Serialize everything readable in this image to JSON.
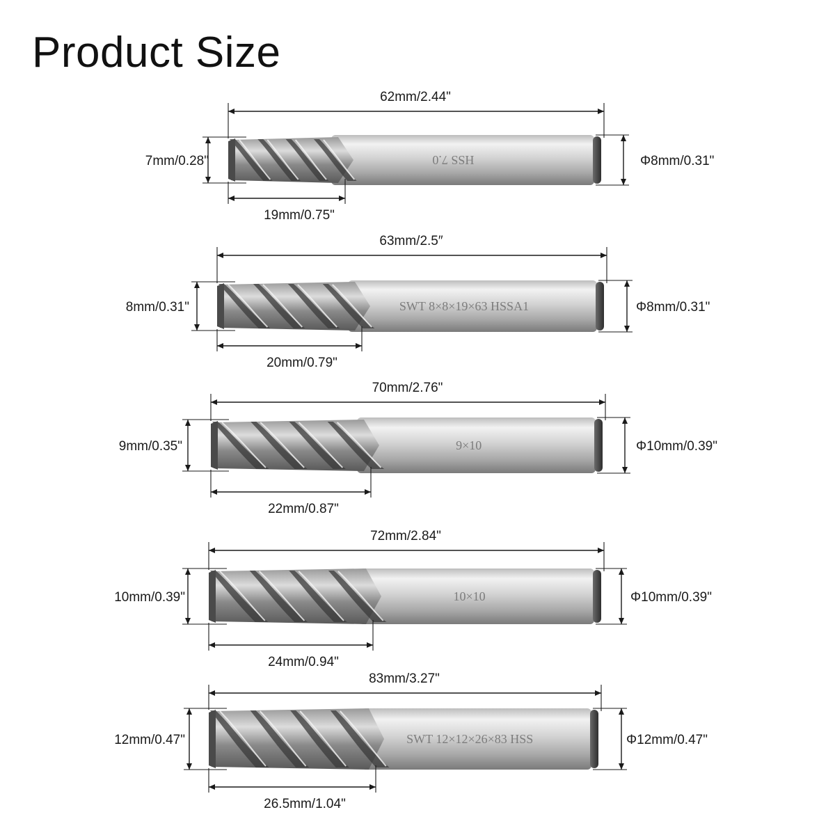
{
  "title": "Product Size",
  "colors": {
    "background": "#ffffff",
    "text": "#1a1a1a",
    "steel_light": "#e6e6e6",
    "steel_dark": "#3a3a3a"
  },
  "tools": [
    {
      "id": "7mm",
      "overall_length": "62mm/2.44\"",
      "cutting_diameter": "7mm/0.28\"",
      "flute_length": "19mm/0.75\"",
      "shank_diameter": "Φ8mm/0.31\"",
      "marking": "HSS  7.0"
    },
    {
      "id": "8mm",
      "overall_length": "63mm/2.5″",
      "cutting_diameter": "8mm/0.31\"",
      "flute_length": "20mm/0.79\"",
      "shank_diameter": "Φ8mm/0.31\"",
      "marking": "SWT 8×8×19×63 HSSA1"
    },
    {
      "id": "9mm",
      "overall_length": "70mm/2.76\"",
      "cutting_diameter": "9mm/0.35\"",
      "flute_length": "22mm/0.87\"",
      "shank_diameter": "Φ10mm/0.39\"",
      "marking": "9×10"
    },
    {
      "id": "10mm",
      "overall_length": "72mm/2.84\"",
      "cutting_diameter": "10mm/0.39\"",
      "flute_length": "24mm/0.94\"",
      "shank_diameter": "Φ10mm/0.39\"",
      "marking": "10×10"
    },
    {
      "id": "12mm",
      "overall_length": "83mm/3.27\"",
      "cutting_diameter": "12mm/0.47\"",
      "flute_length": "26.5mm/1.04\"",
      "shank_diameter": "Φ12mm/0.47\"",
      "marking": "SWT 12×12×26×83 HSS"
    }
  ]
}
